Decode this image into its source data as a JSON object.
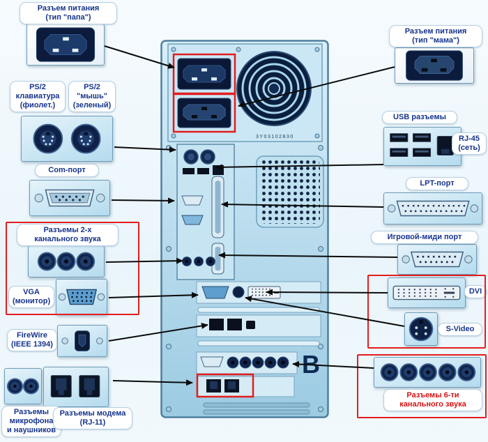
{
  "callouts": {
    "power_male": "Разъем питания\n(тип \"папа\")",
    "power_female": "Разъем питания\n(тип \"мама\")",
    "ps2_keyboard": "PS/2\nклавиатура\n(фиолет.)",
    "ps2_mouse": "PS/2\n\"мышь\"\n(зеленый)",
    "usb": "USB разъемы",
    "rj45": "RJ-45\n(сеть)",
    "com": "Com-порт",
    "lpt": "LPT-порт",
    "audio_2ch": "Разъемы 2-х\nканального звука",
    "game_midi": "Игровой-миди порт",
    "vga": "VGA\n(монитор)",
    "dvi": "DVI",
    "s_video": "S-Video",
    "firewire": "FireWire\n(IEEE 1394)",
    "audio_6ch": "Разъемы 6-ти\nканального звука",
    "mic_headphones": "Разъемы\nмикрофона\nи наушников",
    "modem": "Разъемы модема\n(RJ-11)"
  },
  "case_markings": {
    "serial": "3Y03102830",
    "letter": "B"
  },
  "colors": {
    "label_blue": "#16348c",
    "highlight_red": "#e31d1d",
    "case_blue": "#a9d4e8",
    "connector_navy": "#0c1c3e",
    "arrow_black": "#0b0b0b"
  }
}
